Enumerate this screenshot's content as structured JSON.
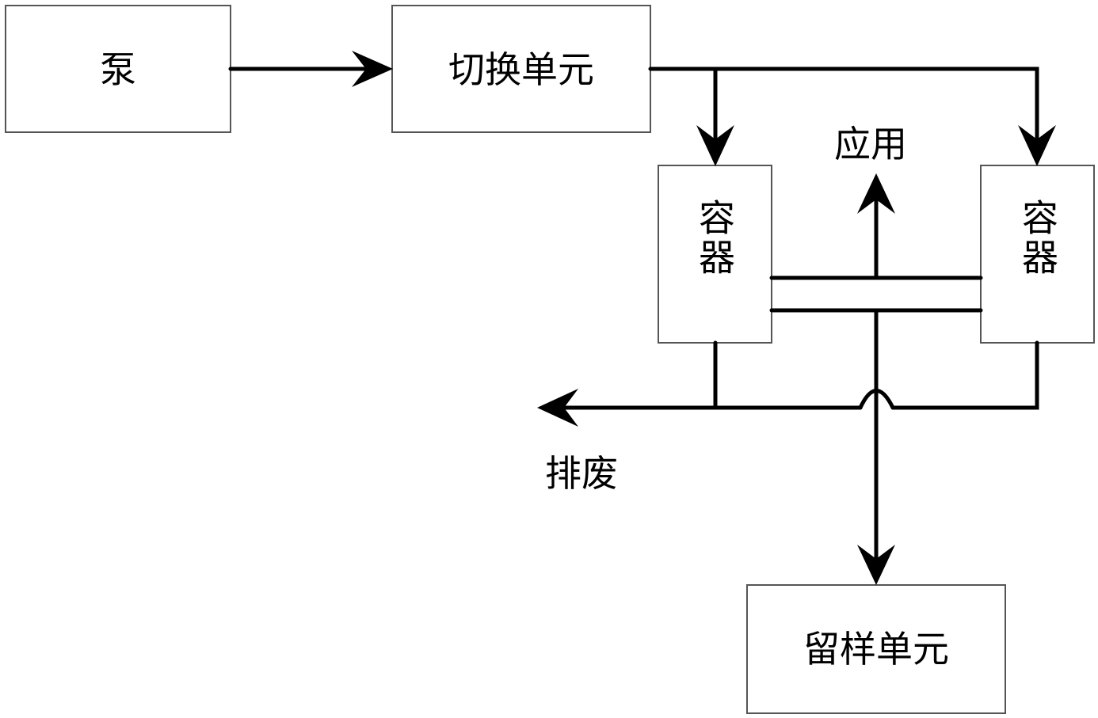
{
  "nodes": {
    "pump": "泵",
    "switch_unit": "切换单元",
    "container_left": "容器",
    "container_right": "容器",
    "sample_unit": "留样单元"
  },
  "outputs": {
    "application": "应用",
    "waste": "排废"
  },
  "colors": {
    "line": "#000000",
    "box_border": "#555555",
    "background": "#ffffff"
  }
}
